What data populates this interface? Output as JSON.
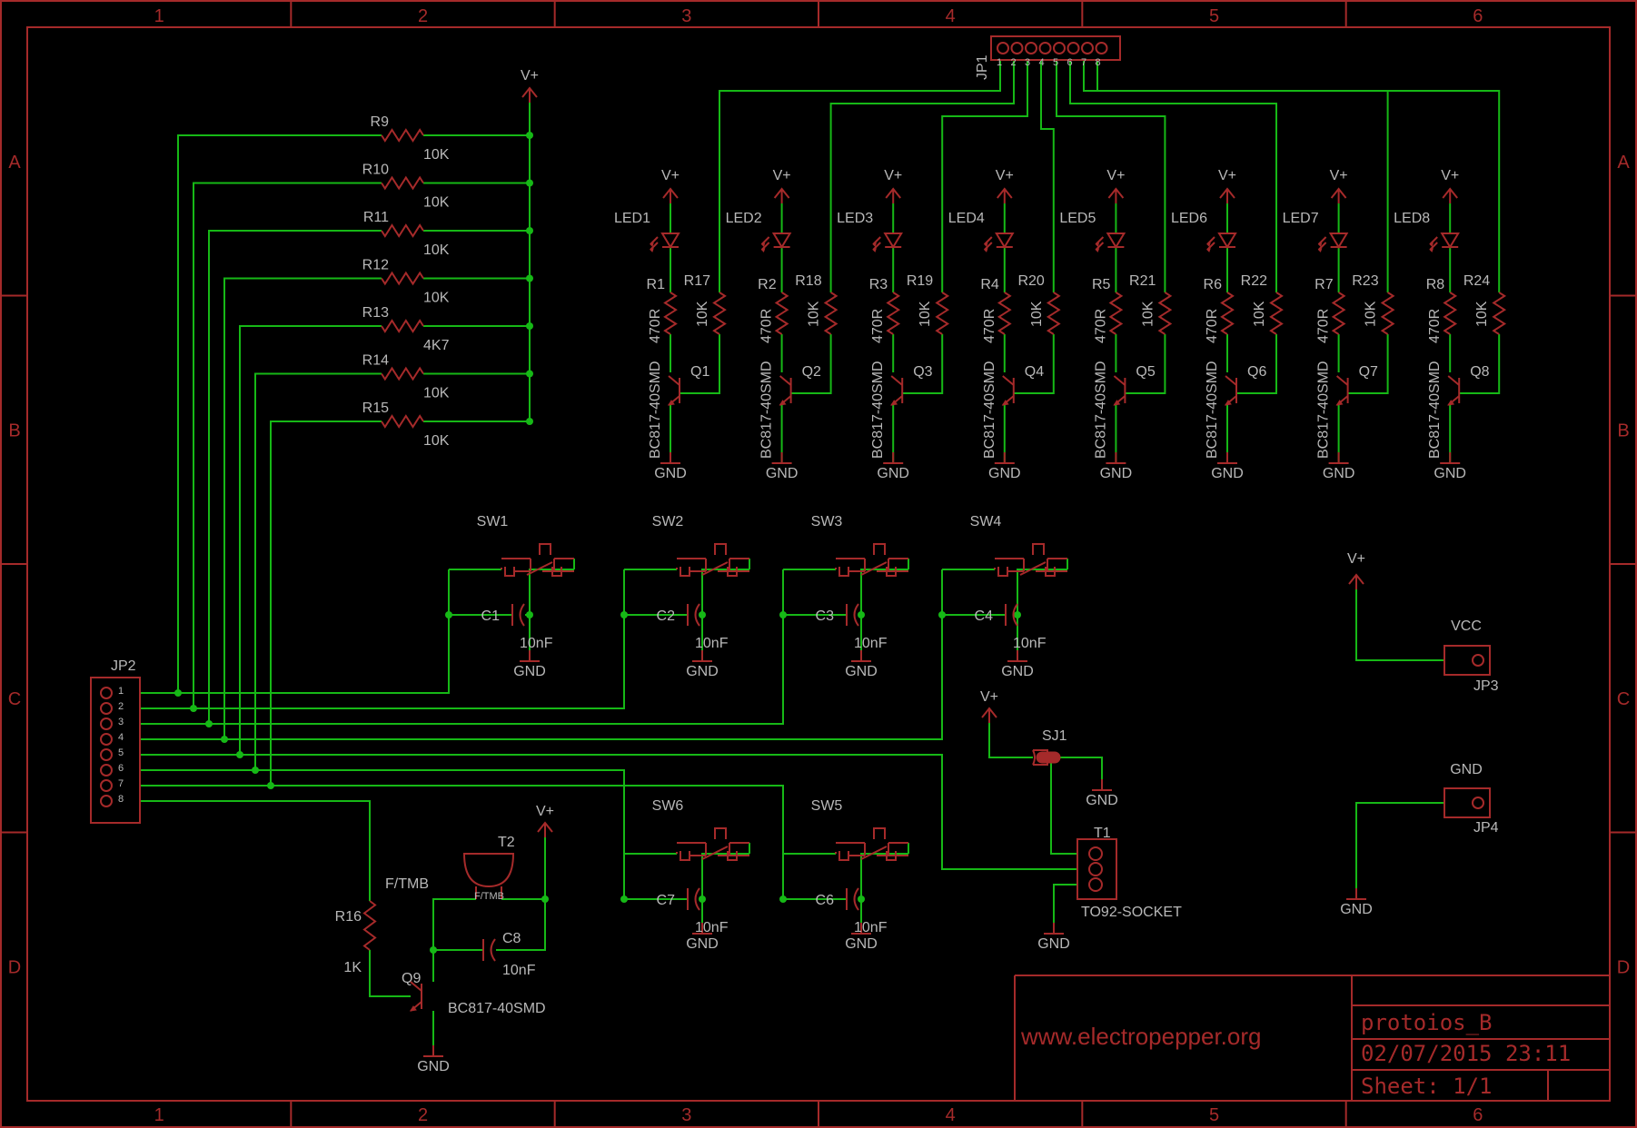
{
  "frame": {
    "columns": [
      "1",
      "2",
      "3",
      "4",
      "5",
      "6"
    ],
    "rows": [
      "A",
      "B",
      "C",
      "D"
    ]
  },
  "title_block": {
    "website": "www.electropepper.org",
    "name": "protoios_B",
    "date": "02/07/2015 23:11",
    "sheet": "Sheet: 1/1"
  },
  "supply": {
    "vplus": "V+",
    "gnd": "GND",
    "vcc": "VCC"
  },
  "jp1": {
    "name": "JP1",
    "pins": [
      "1",
      "2",
      "3",
      "4",
      "5",
      "6",
      "7",
      "8"
    ]
  },
  "jp2": {
    "name": "JP2",
    "pins": [
      "1",
      "2",
      "3",
      "4",
      "5",
      "6",
      "7",
      "8"
    ]
  },
  "pullups": [
    {
      "name": "R9",
      "value": "10K"
    },
    {
      "name": "R10",
      "value": "10K"
    },
    {
      "name": "R11",
      "value": "10K"
    },
    {
      "name": "R12",
      "value": "10K"
    },
    {
      "name": "R13",
      "value": "4K7"
    },
    {
      "name": "R14",
      "value": "10K"
    },
    {
      "name": "R15",
      "value": "10K"
    }
  ],
  "led_channels": [
    {
      "led": "LED1",
      "r": "R1",
      "rb": "R17",
      "q": "Q1"
    },
    {
      "led": "LED2",
      "r": "R2",
      "rb": "R18",
      "q": "Q2"
    },
    {
      "led": "LED3",
      "r": "R3",
      "rb": "R19",
      "q": "Q3"
    },
    {
      "led": "LED4",
      "r": "R4",
      "rb": "R20",
      "q": "Q4"
    },
    {
      "led": "LED5",
      "r": "R5",
      "rb": "R21",
      "q": "Q5"
    },
    {
      "led": "LED6",
      "r": "R6",
      "rb": "R22",
      "q": "Q6"
    },
    {
      "led": "LED7",
      "r": "R7",
      "rb": "R23",
      "q": "Q7"
    },
    {
      "led": "LED8",
      "r": "R8",
      "rb": "R24",
      "q": "Q8"
    }
  ],
  "led_values": {
    "r": "470R",
    "rb": "10K",
    "q": "BC817-40SMD"
  },
  "switches": [
    {
      "sw": "SW1",
      "c": "C1",
      "cval": "10nF"
    },
    {
      "sw": "SW2",
      "c": "C2",
      "cval": "10nF"
    },
    {
      "sw": "SW3",
      "c": "C3",
      "cval": "10nF"
    },
    {
      "sw": "SW4",
      "c": "C4",
      "cval": "10nF"
    },
    {
      "sw": "SW6",
      "c": "C7",
      "cval": "10nF"
    },
    {
      "sw": "SW5",
      "c": "C6",
      "cval": "10nF"
    }
  ],
  "buzzer": {
    "name": "T2",
    "type": "F/TMB",
    "r": "R16",
    "rval": "1K",
    "q": "Q9",
    "qval": "BC817-40SMD",
    "c": "C8",
    "cval": "10nF"
  },
  "misc": {
    "sj1": "SJ1",
    "t1": "T1",
    "t1val": "TO92-SOCKET",
    "jp3": "JP3",
    "jp4": "JP4"
  },
  "colors": {
    "symbol": "#a52a2a",
    "wire": "#16b816",
    "label": "#b8b8b8",
    "background": "#000000"
  }
}
